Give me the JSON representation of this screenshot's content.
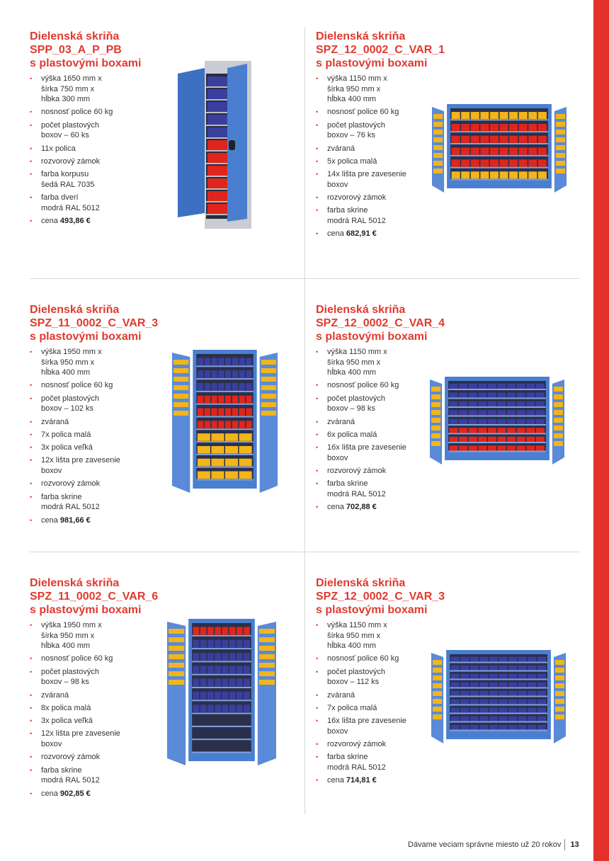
{
  "products": [
    {
      "title": [
        "Dielenská skriňa",
        "SPP_03_A_P_PB",
        "s plastovými boxami"
      ],
      "specs": [
        "výška 1650 mm x\nšírka 750 mm x\nhĺbka 300 mm",
        "nosnosť police 60 kg",
        "počet plastových\nboxov – 60 ks",
        "11x polica",
        "rozvorový zámok",
        "farba korpusu\nšedá RAL 7035",
        "farba dverí\nmodrá RAL 5012"
      ],
      "price_label": "cena",
      "price": "493,86 €"
    },
    {
      "title": [
        "Dielenská skriňa",
        "SPZ_12_0002_C_VAR_1",
        "s plastovými boxami"
      ],
      "specs": [
        "výška 1150 mm x\nšírka 950 mm x\nhĺbka 400 mm",
        "nosnosť police 60 kg",
        "počet plastových\nboxov – 76 ks",
        "zváraná",
        "5x polica malá",
        "14x lišta pre zavesenie\nboxov",
        "rozvorový zámok",
        "farba skrine\nmodrá RAL 5012"
      ],
      "price_label": "cena",
      "price": "682,91 €"
    },
    {
      "title": [
        "Dielenská skriňa",
        "SPZ_11_0002_C_VAR_3",
        "s plastovými boxami"
      ],
      "specs": [
        "výška 1950 mm x\nšírka 950 mm x\nhĺbka 400 mm",
        "nosnosť police 60 kg",
        "počet plastových\nboxov – 102 ks",
        "zváraná",
        "7x polica malá",
        "3x polica veľká",
        "12x lišta pre zavesenie\nboxov",
        "rozvorový zámok",
        "farba skrine\nmodrá RAL 5012"
      ],
      "price_label": "cena",
      "price": "981,66 €"
    },
    {
      "title": [
        "Dielenská skriňa",
        "SPZ_12_0002_C_VAR_4",
        "s plastovými boxami"
      ],
      "specs": [
        "výška 1150 mm x\nšírka 950 mm x\nhĺbka 400 mm",
        "nosnosť police 60 kg",
        "počet plastových\nboxov – 98 ks",
        "zváraná",
        "6x polica malá",
        "16x lišta pre zavesenie\nboxov",
        "rozvorový zámok",
        "farba skrine\nmodrá RAL 5012"
      ],
      "price_label": "cena",
      "price": "702,88 €"
    },
    {
      "title": [
        "Dielenská skriňa",
        "SPZ_11_0002_C_VAR_6",
        "s plastovými boxami"
      ],
      "specs": [
        "výška 1950 mm x\nšírka 950 mm x\nhĺbka 400 mm",
        "nosnosť police 60 kg",
        "počet plastových\nboxov – 98 ks",
        "zváraná",
        "8x polica malá",
        "3x polica veľká",
        "12x lišta pre zavesenie\nboxov",
        "rozvorový zámok",
        "farba skrine\nmodrá RAL 5012"
      ],
      "price_label": "cena",
      "price": "902,85 €"
    },
    {
      "title": [
        "Dielenská skriňa",
        "SPZ_12_0002_C_VAR_3",
        "s plastovými boxami"
      ],
      "specs": [
        "výška 1150 mm x\nšírka 950 mm x\nhĺbka 400 mm",
        "nosnosť police 60 kg",
        "počet plastových\nboxov – 112 ks",
        "zváraná",
        "7x polica malá",
        "16x lišta pre zavesenie\nboxov",
        "rozvorový zámok",
        "farba skrine\nmodrá RAL 5012"
      ],
      "price_label": "cena",
      "price": "714,81 €"
    }
  ],
  "footer": {
    "slogan": "Dávame veciam správne miesto už 20 rokov",
    "page": "13"
  },
  "colors": {
    "accent": "#e03a2f",
    "cabinet_blue": "#4a7fd0",
    "bin_red": "#e0261c",
    "bin_yellow": "#f2b51a",
    "bin_blue": "#3a3f9e"
  }
}
